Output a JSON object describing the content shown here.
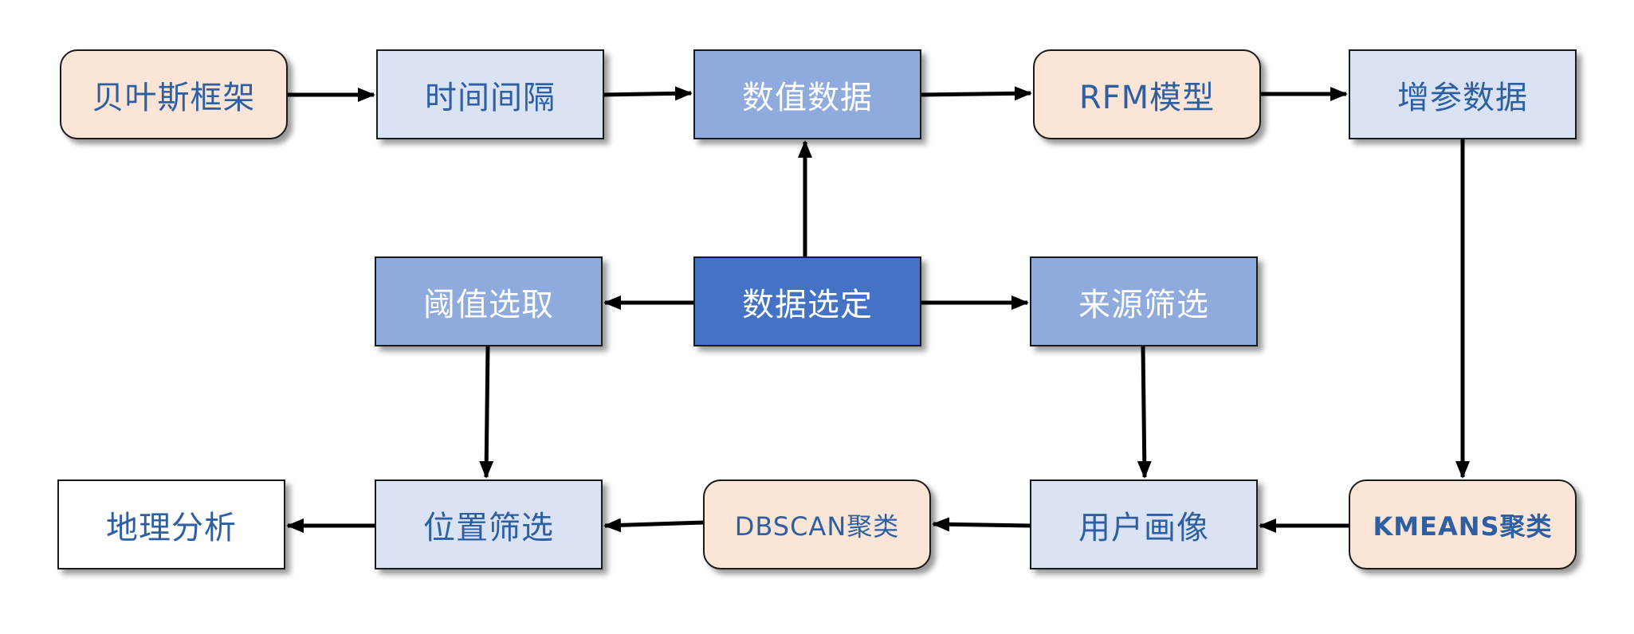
{
  "colors": {
    "peach": "#fbe5d6",
    "light_blue": "#dae3f3",
    "mid_blue": "#8faadc",
    "dark_blue": "#4472c4",
    "white": "#ffffff",
    "text_blue": "#2e5fa3",
    "text_white": "#ffffff",
    "arrow": "#000000"
  },
  "nodes": {
    "bayes": "贝叶斯框架",
    "time_interval": "时间间隔",
    "numeric_data": "数值数据",
    "rfm_model": "RFM模型",
    "augmented_data": "增参数据",
    "threshold_selection": "阈值选取",
    "data_selection": "数据选定",
    "source_filter": "来源筛选",
    "geo_analysis": "地理分析",
    "position_filter": "位置筛选",
    "dbscan_cluster": "DBSCAN聚类",
    "user_persona": "用户画像",
    "kmeans_cluster": "KMEANS聚类"
  },
  "edges": [
    {
      "from": "bayes",
      "to": "time_interval"
    },
    {
      "from": "time_interval",
      "to": "numeric_data"
    },
    {
      "from": "numeric_data",
      "to": "rfm_model"
    },
    {
      "from": "rfm_model",
      "to": "augmented_data"
    },
    {
      "from": "augmented_data",
      "to": "kmeans_cluster"
    },
    {
      "from": "data_selection",
      "to": "numeric_data"
    },
    {
      "from": "data_selection",
      "to": "threshold_selection"
    },
    {
      "from": "data_selection",
      "to": "source_filter"
    },
    {
      "from": "threshold_selection",
      "to": "position_filter"
    },
    {
      "from": "source_filter",
      "to": "user_persona"
    },
    {
      "from": "kmeans_cluster",
      "to": "user_persona"
    },
    {
      "from": "user_persona",
      "to": "dbscan_cluster"
    },
    {
      "from": "dbscan_cluster",
      "to": "position_filter"
    },
    {
      "from": "position_filter",
      "to": "geo_analysis"
    }
  ]
}
